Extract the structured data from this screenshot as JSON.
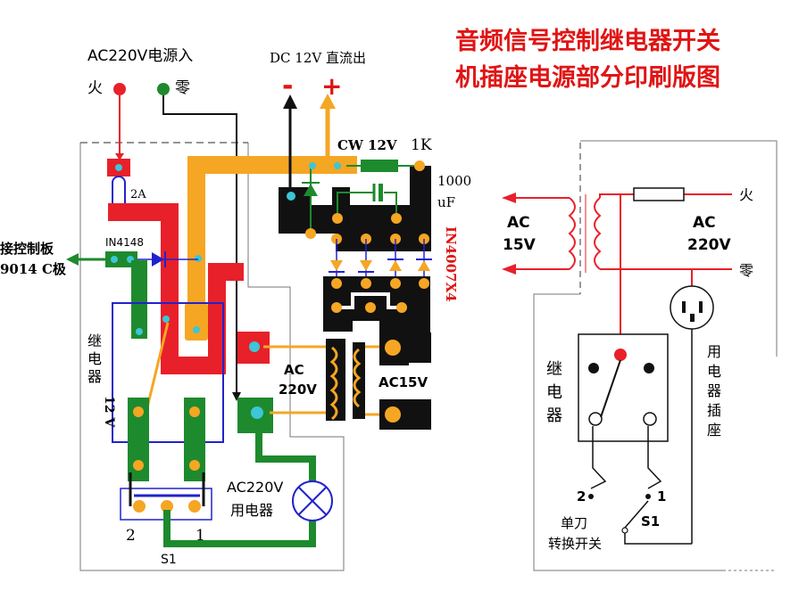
{
  "title": {
    "line1": "音频信号控制继电器开关",
    "line2": "机插座电源部分印刷版图"
  },
  "left_pcb": {
    "ac_in": "AC220V电源入",
    "live": "火",
    "neutral": "零",
    "fuse": "2A",
    "diode": "IN4148",
    "control_label1": "接控制板",
    "control_label2": "9014 C极",
    "relay_label": "继电器 12 V",
    "relay_chars": [
      "继",
      "电",
      "器"
    ],
    "relay_voltage": "12 V",
    "switch_pos2": "2",
    "switch_pos1": "1",
    "switch": "S1",
    "load_label1": "AC220V",
    "load_label2": "用电器"
  },
  "power_section": {
    "dc_out": "DC 12V  直流出",
    "minus": "-",
    "plus": "+",
    "zener": "CW 12V",
    "resistor": "1K",
    "cap1": "1000",
    "cap2": "uF",
    "bridge": "IN4007X4",
    "trans_ac1": "AC",
    "trans_ac2": "220V",
    "trans_sec": "AC15V"
  },
  "schematic": {
    "live": "火",
    "neutral": "零",
    "sec_ac": "AC",
    "sec_v": "15V",
    "pri_ac": "AC",
    "pri_v": "220V",
    "relay_chars": [
      "继",
      "电",
      "器"
    ],
    "socket_chars": [
      "用",
      "电",
      "器",
      "插",
      "座"
    ],
    "pos2": "2",
    "pos1": "1",
    "switch": "S1",
    "switch_desc1": "单刀",
    "switch_desc2": "转换开关"
  },
  "colors": {
    "red": "#e8202a",
    "orange": "#f5a623",
    "green": "#1e8a2e",
    "blue": "#2222cc",
    "black": "#111111",
    "title": "#e01515"
  }
}
